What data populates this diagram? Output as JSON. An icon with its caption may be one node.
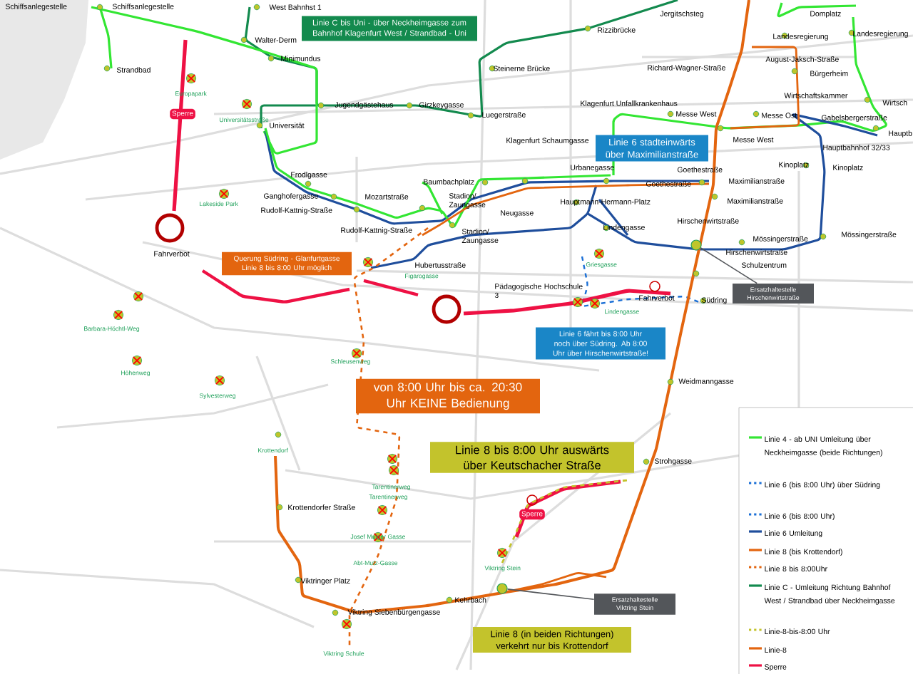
{
  "diagram": {
    "nodes": [
      {
        "text": [
          "Linie C bis Uni - über Neckheimgasse zum Bahnhof Klagenfurt West / Strandbad - Uni"
        ]
      },
      {
        "text": [
          "Linie 6 stadteinwärts über Maximilianstraße"
        ]
      },
      {
        "text": [
          "Querung Südring - Glanfurtgasse Linie 8 bis 8:00 Uhr möglich"
        ]
      },
      {
        "text": [
          "Linie 6 fährt bis 8:00 Uhr noch über Südring. Ab 8:00 Uhr über Hirschenwirtstraße!"
        ]
      },
      {
        "text": [
          "von 8:00 Uhr bis ca. 20:30 Uhr KEINE Bedienung"
        ]
      },
      {
        "text": [
          "Linie 8 bis 8:00 Uhr auswärts über Keutschacher Straße"
        ]
      },
      {
        "text": [
          "Linie 8 (in beiden Richtungen) verkehrt nur bis Krottendorf"
        ]
      },
      {
        "text": [
          "Ersatzhaltestelle Hirschenwirtstraße"
        ]
      },
      {
        "text": [
          "Ersatzhaltestelle Viktring Stein"
        ]
      },
      {
        "text": [],
        "shape": "circle"
      },
      {
        "text": [],
        "shape": "circle"
      },
      {
        "text": [
          "Sperre"
        ]
      },
      {
        "text": [
          "Sperre"
        ]
      }
    ],
    "edges": [
      {
        "from": 7,
        "to": 9,
        "arrow": "none"
      },
      {
        "from": 8,
        "to": 10,
        "arrow": "none"
      }
    ],
    "labels": [
      "Schiffsanlegestelle",
      "Schiffsanlegestelle",
      "West Bahnhst 1",
      "Jergitschsteg",
      "Domplatz",
      "Rizzibrücke",
      "Landesregierung",
      "Landesregierung",
      "Walter-Derm",
      "Minimundus",
      "August-Jaksch-Straße",
      "Steinerne Brücke",
      "Richard-Wagner-Straße",
      "Strandbad",
      "Bürgerheim",
      "Europapark",
      "Wirtschaftskammer",
      "Wirtsch",
      "Klagenfurt Unfallkrankenhaus",
      "Jugendgästehaus",
      "Girzkeygasse",
      "Messe West",
      "Messe Ost",
      "Gabelsbergerstraße",
      "Luegerstraße",
      "Universitätsstraße",
      "Universität",
      "Hauptb",
      "Messe West",
      "Klagenfurt Schaumgasse",
      "Hauptbahnhof 32/33",
      "Kinoplatz",
      "Kinoplatz",
      "Urbanegasse",
      "Goethestraße",
      "Frodlgasse",
      "Maximilianstraße",
      "Goethestraße",
      "Baumbachplatz",
      "Mozartstraße",
      "Ganghofergasse",
      "Maximilianstraße",
      "Hauptmann-Hermann-Platz",
      "Stadion/ Zaungasse",
      "Rudolf-Kattnig-Straße",
      "Neugasse",
      "Hirschenwirtstraße",
      "Lindengasse",
      "Rudolf-Kattnig-Straße",
      "Stadion/ Zaungasse",
      "Mössingerstraße",
      "Mössingerstraße",
      "Hirschenwirtstraße",
      "Lakeside Park",
      "Fahrverbot",
      "Griesgasse",
      "Schulzentrum",
      "Hubertusstraße",
      "Figarogasse",
      "Pädagogische Hochschule 3",
      "Fahrverbot",
      "Südring",
      "Lindengasse",
      "Barbara-Höchtl-Weg",
      "Schleusenweg",
      "Höhenweg",
      "Weidmanngasse",
      "Sylvesterweg",
      "Krottendorf",
      "Strohgasse",
      "Tarentinerweg",
      "Tarentinerweg",
      "Krottendorfer Straße",
      "Josef Mutger Gasse",
      "Abt-Mutz-Gasse",
      "Viktring Stein",
      "Viktringer Platz",
      "Kehrbach",
      "Viktring Siebenbürgengasse",
      "Viktring Schule"
    ],
    "legend": [
      {
        "text": "Linie 4 - ab UNI Umleitung über Neckheimgasse (beide Richtungen)"
      },
      {
        "text": "Linie 6 (bis 8:00 Uhr) über Südring"
      },
      {
        "text": "Linie 6 (bis 8:00 Uhr)"
      },
      {
        "text": "Linie 6 Umleitung"
      },
      {
        "text": "Linie 8 (bis Krottendorf)"
      },
      {
        "text": "Linie 8 bis 8:00Uhr"
      },
      {
        "text": "Linie C - Umleitung Richtung Bahnhof West / Strandbad über Neckheimgasse"
      },
      {
        "text": "Linie-8-bis-8:00 Uhr"
      },
      {
        "text": "Linie-8"
      },
      {
        "text": "Sperre"
      }
    ]
  }
}
